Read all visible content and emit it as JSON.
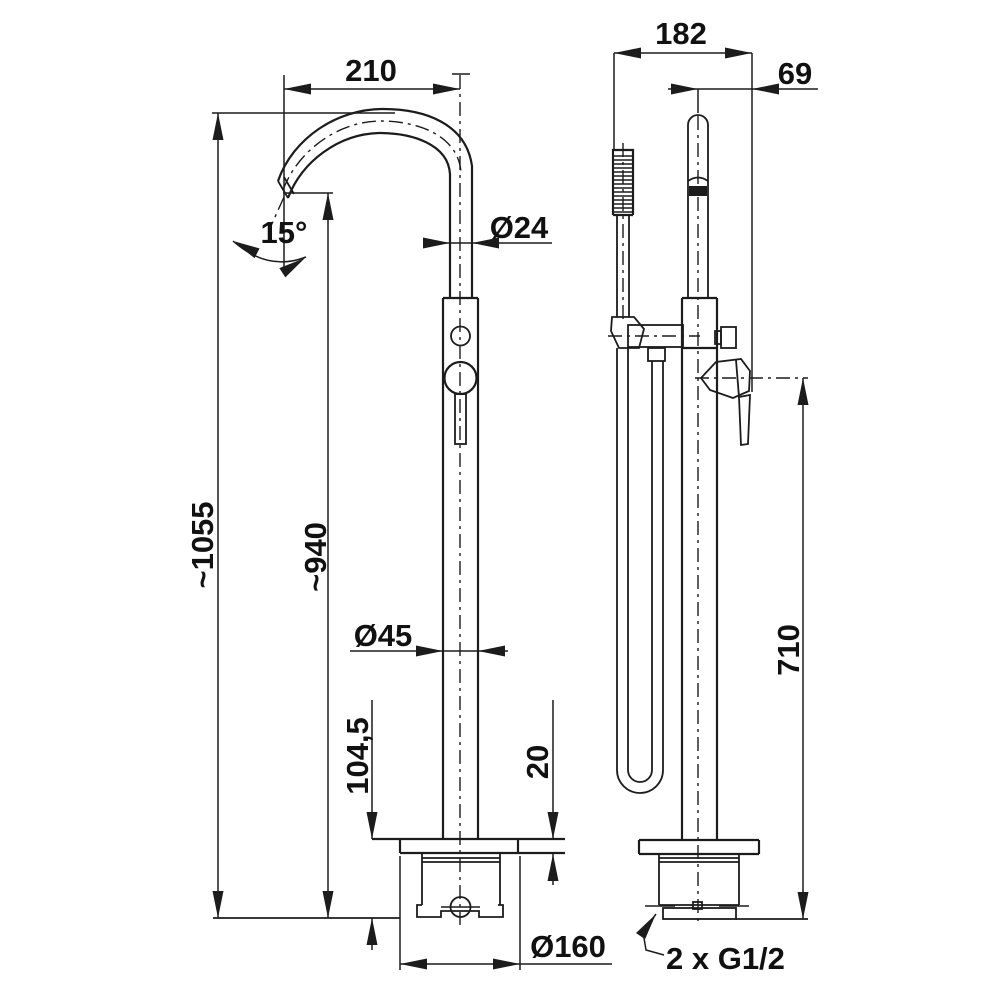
{
  "page": {
    "background": "#ffffff",
    "line_color": "#1c1c1c",
    "description": "Technical dimension drawing of a freestanding floor-mounted bath mixer tap with hand shower, front view and side view"
  },
  "front_view": {
    "name": "front-view-spout-and-column",
    "dims": {
      "spout_reach": "210",
      "spout_angle": "15°",
      "spout_tube_diameter": "Ø24",
      "overall_height": "~1055",
      "spout_outlet_height": "~940",
      "column_diameter": "Ø45",
      "base_height": "104,5",
      "base_plate_thickness": "20",
      "base_plate_diameter": "Ø160"
    }
  },
  "side_view": {
    "name": "side-view-hand-shower-and-lever",
    "dims": {
      "overall_depth": "182",
      "riser_to_lever": "69",
      "lever_height": "710",
      "inlet_connections": "2 x G1/2"
    }
  }
}
